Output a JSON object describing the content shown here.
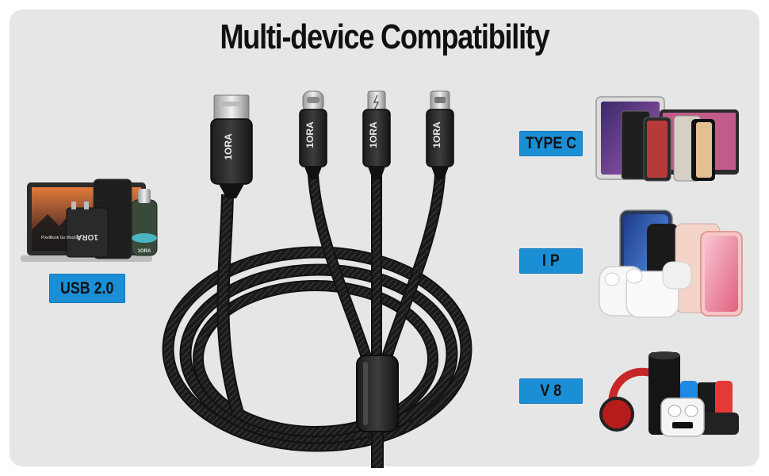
{
  "title": "Multi-device Compatibility",
  "labels": {
    "usb": "USB 2.0",
    "type_c": "TYPE C",
    "ip": "I P",
    "v8": "V 8"
  },
  "brand": {
    "connector_mark": "1ORA",
    "laptop_screen_text": "PixelBook Go Mockup",
    "charger_mark": "1ORA"
  },
  "colors": {
    "background": "#e6e6e6",
    "label_blue": "#1a8fd6",
    "cable_black": "#1c1c1c"
  }
}
